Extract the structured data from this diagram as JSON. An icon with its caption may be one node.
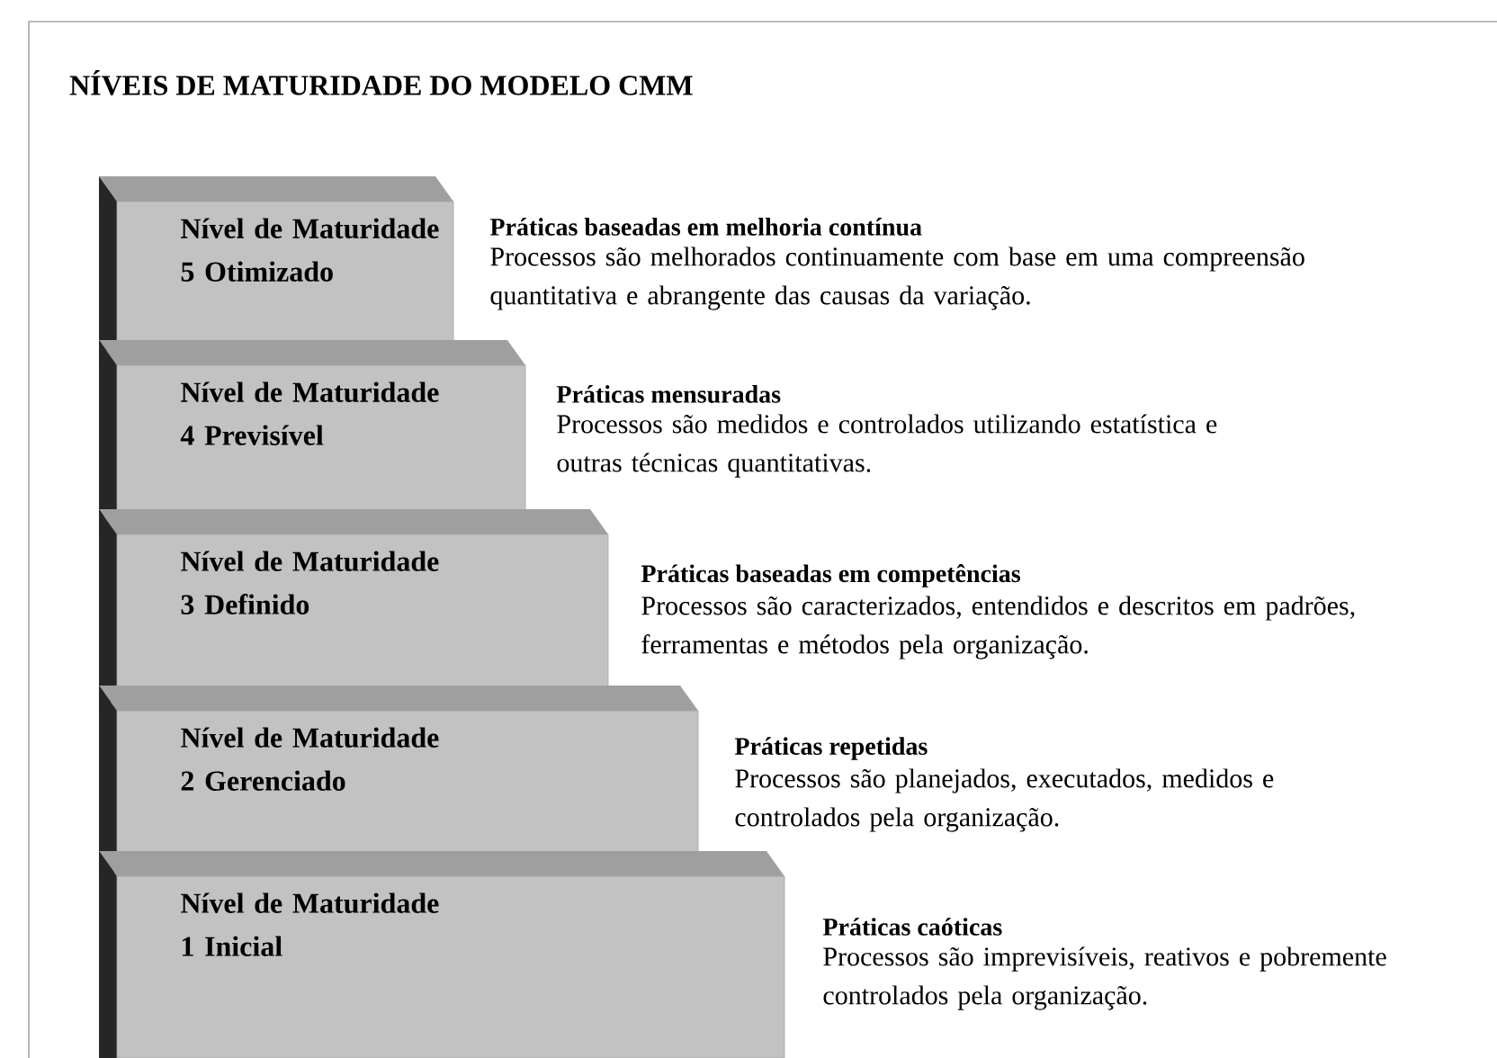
{
  "diagram": {
    "title": "NÍVEIS DE MATURIDADE DO MODELO CMM",
    "nodes": [
      {
        "text": [
          "Nível de Maturidade 5 Otimizado"
        ],
        "beside": [
          "Práticas baseadas em melhoria contínua",
          "Processos são melhorados continuamente com base em uma compreensão quantitativa e abrangente das causas da variação."
        ]
      },
      {
        "text": [
          "Nível de Maturidade 4 Previsível"
        ],
        "beside": [
          "Práticas mensuradas",
          "Processos são medidos e controlados utilizando estatística e outras técnicas quantitativas."
        ]
      },
      {
        "text": [
          "Nível de Maturidade 3 Definido"
        ],
        "beside": [
          "Práticas baseadas em competências",
          "Processos são caracterizados, entendidos e descritos em padrões, ferramentas e métodos pela organização."
        ]
      },
      {
        "text": [
          "Nível de Maturidade 2 Gerenciado"
        ],
        "beside": [
          "Práticas repetidas",
          "Processos são planejados, executados, medidos e controlados pela organização."
        ]
      },
      {
        "text": [
          "Nível de Maturidade 1 Inicial"
        ],
        "beside": [
          "Práticas caóticas",
          "Processos são imprevisíveis, reativos e pobremente controlados pela organização."
        ]
      }
    ]
  }
}
